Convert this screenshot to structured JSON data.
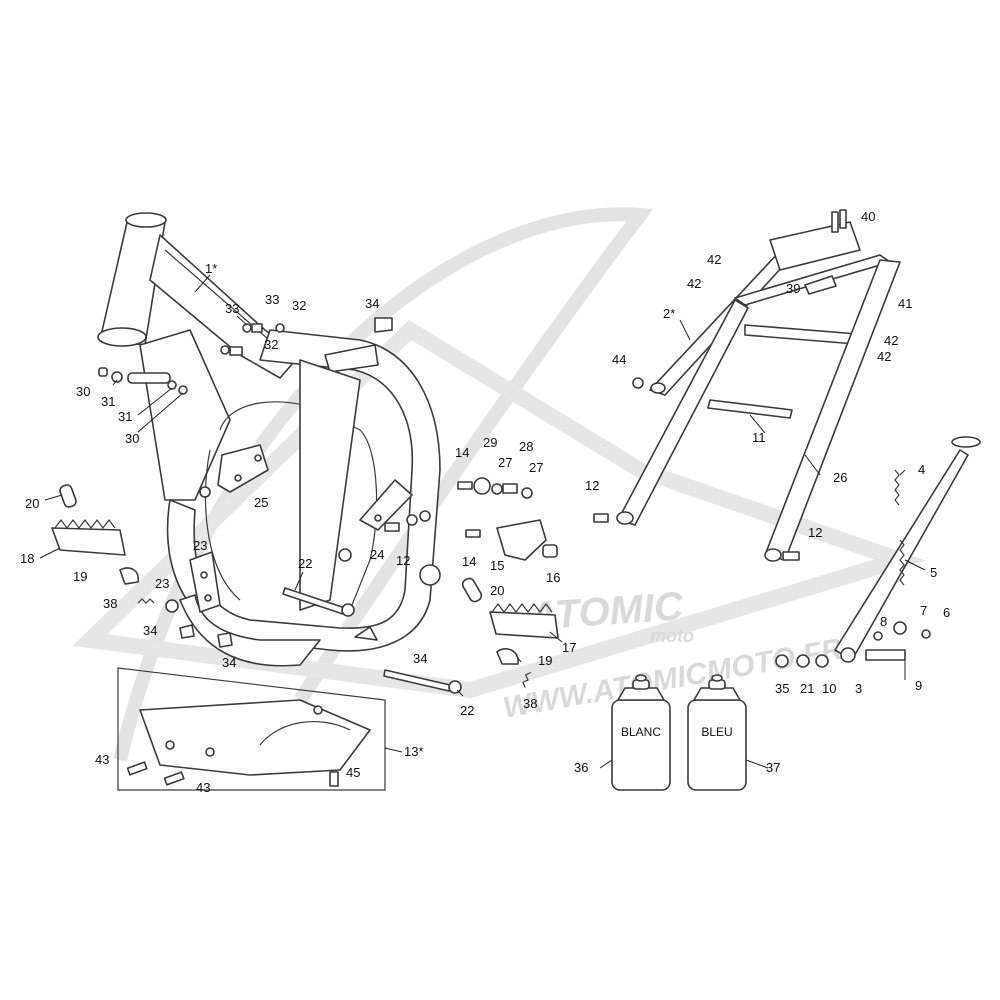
{
  "watermark": {
    "brand": "ATOMIC",
    "subbrand": "moto",
    "url": "WWW.ATOMICMOTO.FR",
    "color": "#d9d9d9"
  },
  "cans": [
    {
      "label": "BLANC"
    },
    {
      "label": "BLEU"
    }
  ],
  "callouts": {
    "c1": "1*",
    "c2": "2*",
    "c3": "3",
    "c4": "4",
    "c5": "5",
    "c6": "6",
    "c7": "7",
    "c8": "8",
    "c9": "9",
    "c10": "10",
    "c11": "11",
    "c12a": "12",
    "c12b": "12",
    "c12c": "12",
    "c13": "13*",
    "c14a": "14",
    "c14b": "14",
    "c15": "15",
    "c16": "16",
    "c17": "17",
    "c18": "18",
    "c19a": "19",
    "c19b": "19",
    "c20a": "20",
    "c20b": "20",
    "c21": "21",
    "c22a": "22",
    "c22b": "22",
    "c23a": "23",
    "c23b": "23",
    "c24": "24",
    "c25": "25",
    "c26": "26",
    "c27a": "27",
    "c27b": "27",
    "c28": "28",
    "c29": "29",
    "c30a": "30",
    "c30b": "30",
    "c31a": "31",
    "c31b": "31",
    "c32a": "32",
    "c32b": "32",
    "c33a": "33",
    "c33b": "33",
    "c34a": "34",
    "c34b": "34",
    "c34c": "34",
    "c34d": "34",
    "c35": "35",
    "c36": "36",
    "c37": "37",
    "c38a": "38",
    "c38b": "38",
    "c39": "39",
    "c40": "40",
    "c41": "41",
    "c42a": "42",
    "c42b": "42",
    "c42c": "42",
    "c42d": "42",
    "c43a": "43",
    "c43b": "43",
    "c44": "44",
    "c45": "45"
  }
}
